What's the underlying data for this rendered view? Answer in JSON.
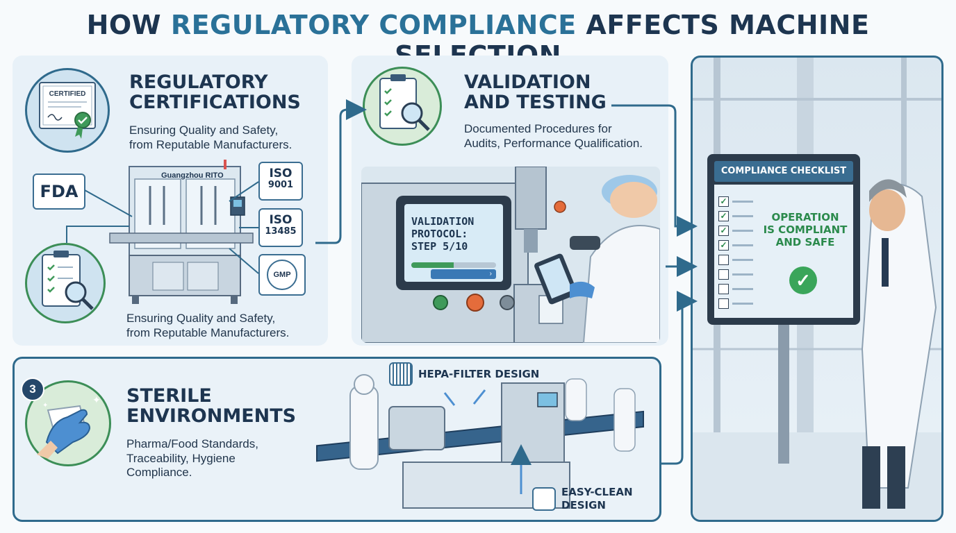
{
  "title": {
    "part1": "HOW ",
    "accent": "REGULATORY COMPLIANCE",
    "part2": " AFFECTS MACHINE SELECTION"
  },
  "panel_certifications": {
    "heading_line1": "REGULATORY",
    "heading_line2": "CERTIFICATIONS",
    "subtitle_top_line1": "Ensuring Quality and Safety,",
    "subtitle_top_line2": "from Reputable Manufacturers.",
    "subtitle_bottom_line1": "Ensuring Quality and Safety,",
    "subtitle_bottom_line2": "from Reputable Manufacturers.",
    "certificate_label": "CERTIFIED",
    "machine_brand": "Guangzhou RITO",
    "badges": {
      "fda": "FDA",
      "iso1_top": "ISO",
      "iso1_bottom": "9001",
      "iso2_top": "ISO",
      "iso2_bottom": "13485",
      "gmp": "GMP"
    }
  },
  "panel_validation": {
    "heading_line1": "VALIDATION",
    "heading_line2": "AND TESTING",
    "subtitle_line1": "Documented Procedures for",
    "subtitle_line2": "Audits, Performance Qualification.",
    "screen_line1": "VALIDATION",
    "screen_line2": "PROTOCOL:",
    "screen_line3": "STEP 5/10",
    "screen_progress": 0.5
  },
  "panel_sterile": {
    "badge_number": "3",
    "heading_line1": "STERILE",
    "heading_line2": "ENVIRONMENTS",
    "subtitle_line1": "Pharma/Food Standards,",
    "subtitle_line2": "Traceability, Hygiene",
    "subtitle_line3": "Compliance.",
    "callout_hepa": "HEPA-FILTER DESIGN",
    "callout_clean_line1": "EASY-CLEAN",
    "callout_clean_line2": "DESIGN"
  },
  "panel_checklist": {
    "board_title": "COMPLIANCE CHECKLIST",
    "status_line1": "OPERATION",
    "status_line2": "IS COMPLIANT",
    "status_line3": "AND SAFE",
    "checked_items": 4,
    "total_items": 8
  }
}
